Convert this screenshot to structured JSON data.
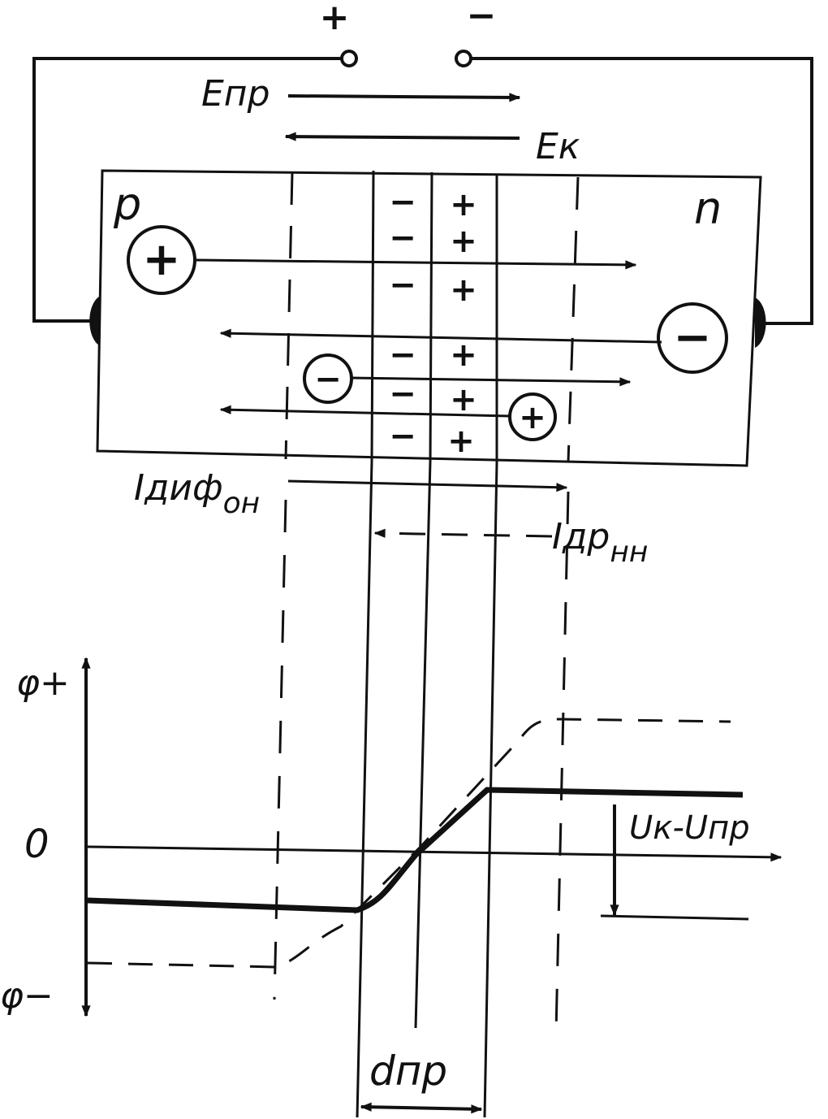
{
  "terminals": {
    "plus": "+",
    "minus": "−"
  },
  "fields": {
    "forward": "Eпр",
    "contact": "Eк"
  },
  "regions": {
    "p": "p",
    "n": "n"
  },
  "charges": {
    "hole": "+",
    "electron": "−",
    "negative_ions": [
      "−",
      "−",
      "−",
      "−",
      "−",
      "−"
    ],
    "positive_ions": [
      "+",
      "+",
      "+",
      "+",
      "+",
      "+"
    ]
  },
  "currents": {
    "diffusion": "Iдиф",
    "diffusion_sub": "он",
    "drift": "Iдр",
    "drift_sub": "нн"
  },
  "potential": {
    "phi_plus": "φ+",
    "phi_minus": "φ−",
    "zero": "0",
    "barrier": "Uк-Uпр",
    "width": "dпр"
  },
  "colors": {
    "ink": "#111111",
    "paper": "#ffffff"
  }
}
